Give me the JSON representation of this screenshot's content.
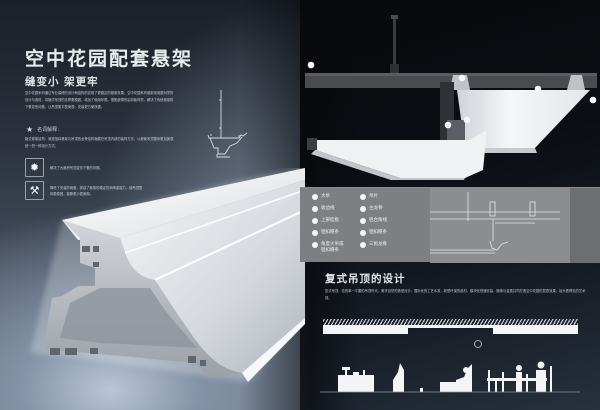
{
  "header": {
    "title": "空中花园配套悬架",
    "subtitle": "缝变小 架更牢",
    "intro": "空中花园系列通过专业装修的设计和结构的实现了更稳定的悬架效果，空中花园系列悬架采用更科学的设计与选材，将隐式吊顶的支撑更稳固，增加了使用年限。搭配超薄的铝扣板材质，解决了传统悬架的下垂变形问题，让吊顶更平整美观，安装更方便快捷。"
  },
  "terms": {
    "icon": "star-icon",
    "heading": "名词解释：",
    "body": "隐式悬架结构：就是指将悬架与吊顶的龙骨结构隐藏在吊顶内部的装饰方式，以便使吊顶整体更加美观统一的一种设计方式。"
  },
  "features": [
    {
      "icon": "gear-icon",
      "glyph": "✹",
      "text": "解决了大面积吊顶变形下垂的问题。"
    },
    {
      "icon": "tools-icon",
      "glyph": "⚒",
      "text": "降低了安装的难度，提高了悬架的稳定性和承重能力，使吊顶整体更稳固，缝隙更小更美观。"
    }
  ],
  "legend": {
    "items": [
      {
        "label": "大吊"
      },
      {
        "label": "吊片"
      },
      {
        "label": "收边线"
      },
      {
        "label": "主龙骨"
      },
      {
        "label": "上部挂板"
      },
      {
        "label": "铝合角线"
      },
      {
        "label": "铝扣檀条"
      },
      {
        "label": "铝扣檀条"
      },
      {
        "label": "角度大吊或铝扣檀条"
      },
      {
        "label": "三角龙骨"
      }
    ]
  },
  "section2": {
    "title": "复式吊顶的设计",
    "body": "复式吊顶，告别单一平庸的吊顶时代，美学自然的造型设计，国际化的工艺水准，新型环保的选材，模块化快速安装，随角与金属共同打造空中花园的层叠效果，抬头看得见的艺术感。"
  },
  "colors": {
    "background_dark": "#0b0e13",
    "panel_grey": "#7d7f82",
    "text_light": "#e9ecef",
    "profile_white": "#f4f5f6"
  }
}
